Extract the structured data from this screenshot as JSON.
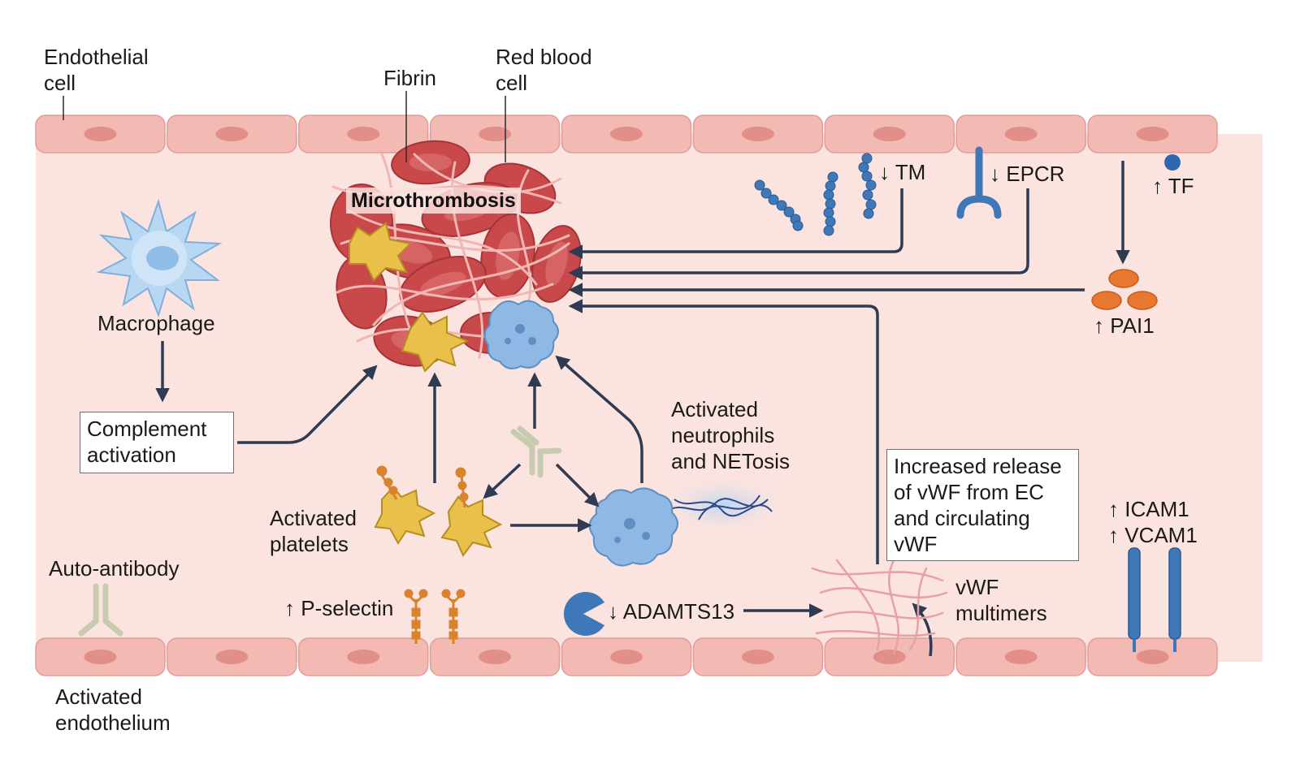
{
  "labels": {
    "endothelial_cell": "Endothelial\ncell",
    "fibrin": "Fibrin",
    "red_blood_cell": "Red blood\ncell",
    "microthrombosis": "Microthrombosis",
    "macrophage": "Macrophage",
    "complement_activation": "Complement\nactivation",
    "tm": "↓ TM",
    "epcr": "↓ EPCR",
    "tf": "↑ TF",
    "pai1": "↑ PAI1",
    "activated_neutrophils": "Activated\nneutrophils\nand NETosis",
    "activated_platelets": "Activated\nplatelets",
    "increased_release_vwf": "Increased release\nof vWF from EC\nand circulating\nvWF",
    "icam_vcam": "↑ ICAM1\n↑ VCAM1",
    "auto_antibody": "Auto-antibody",
    "p_selectin": "↑ P-selectin",
    "adamts13": "↓ ADAMTS13",
    "vwf_multimers": "vWF\nmultimers",
    "activated_endothelium": "Activated\nendothelium"
  },
  "colors": {
    "vessel_interior": "#fbe3df",
    "endothelial_cell_fill": "#f3b9b3",
    "endothelial_nucleus": "#e28f8a",
    "arrow": "#2f3b52",
    "rbc": "#c9484a",
    "fibrin": "#f1b7b5",
    "platelet": "#e8c04a",
    "neutrophil": "#8fb9e4",
    "macrophage": "#b7d7f2",
    "receptor_blue": "#3e78b8",
    "pai1_orange": "#e8772f",
    "p_selectin_orange": "#d9832c",
    "antibody": "#c9cbb1"
  }
}
